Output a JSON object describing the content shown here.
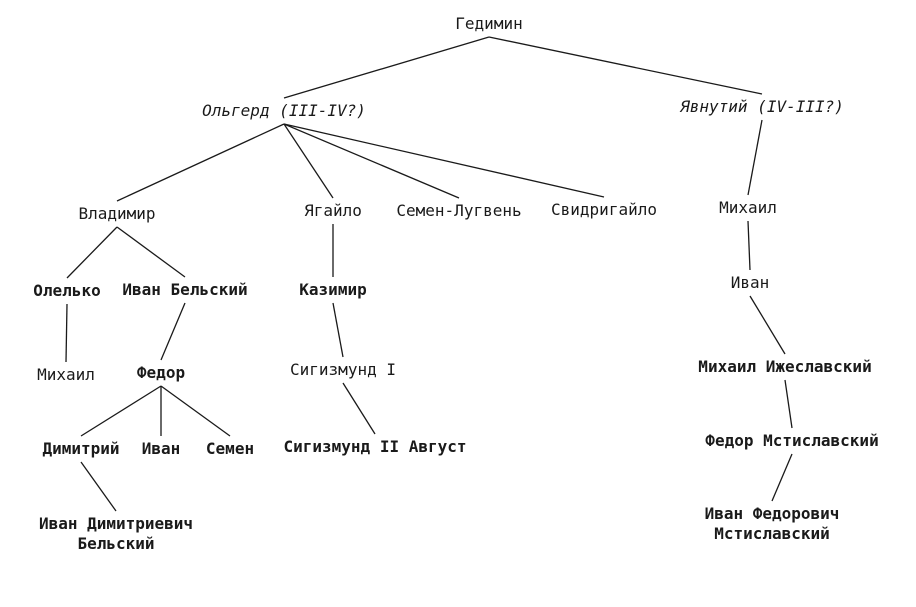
{
  "diagram": {
    "nodes": {
      "gediminas": "Гедимин",
      "olgerd": "Ольгерд (III-IV?)",
      "yavnuty": "Явнутий (IV-III?)",
      "vladimir": "Владимир",
      "yagailo": "Ягайло",
      "semen_lugven": "Семен-Лугвень",
      "svidrigailo": "Свидригайло",
      "mikhail_y": "Михаил",
      "olelko": "Олелько",
      "ivan_belsky": "Иван Бельский",
      "kazimir": "Казимир",
      "ivan_y": "Иван",
      "mikhail_o": "Михаил",
      "fedor_b": "Федор",
      "sigismund1": "Сигизмунд I",
      "mikhail_izh": "Михаил Ижеславский",
      "dimitry": "Димитрий",
      "ivan_b": "Иван",
      "semen_b": "Семен",
      "sigismund2": "Сигизмунд II Август",
      "fedor_mst": "Федор Мстиславский",
      "ivan_dim_line1": "Иван Димитриевич",
      "ivan_dim_line2": "Бельский",
      "ivan_fed_line1": "Иван Федорович",
      "ivan_fed_line2": "Мстиславский"
    },
    "edges": [
      [
        "gediminas",
        "olgerd"
      ],
      [
        "gediminas",
        "yavnuty"
      ],
      [
        "olgerd",
        "vladimir"
      ],
      [
        "olgerd",
        "yagailo"
      ],
      [
        "olgerd",
        "semen_lugven"
      ],
      [
        "olgerd",
        "svidrigailo"
      ],
      [
        "yavnuty",
        "mikhail_y"
      ],
      [
        "vladimir",
        "olelko"
      ],
      [
        "vladimir",
        "ivan_belsky"
      ],
      [
        "yagailo",
        "kazimir"
      ],
      [
        "mikhail_y",
        "ivan_y"
      ],
      [
        "olelko",
        "mikhail_o"
      ],
      [
        "ivan_belsky",
        "fedor_b"
      ],
      [
        "kazimir",
        "sigismund1"
      ],
      [
        "ivan_y",
        "mikhail_izh"
      ],
      [
        "fedor_b",
        "dimitry"
      ],
      [
        "fedor_b",
        "ivan_b"
      ],
      [
        "fedor_b",
        "semen_b"
      ],
      [
        "sigismund1",
        "sigismund2"
      ],
      [
        "mikhail_izh",
        "fedor_mst"
      ],
      [
        "dimitry",
        "ivan_dim"
      ],
      [
        "fedor_mst",
        "ivan_fed"
      ]
    ]
  }
}
